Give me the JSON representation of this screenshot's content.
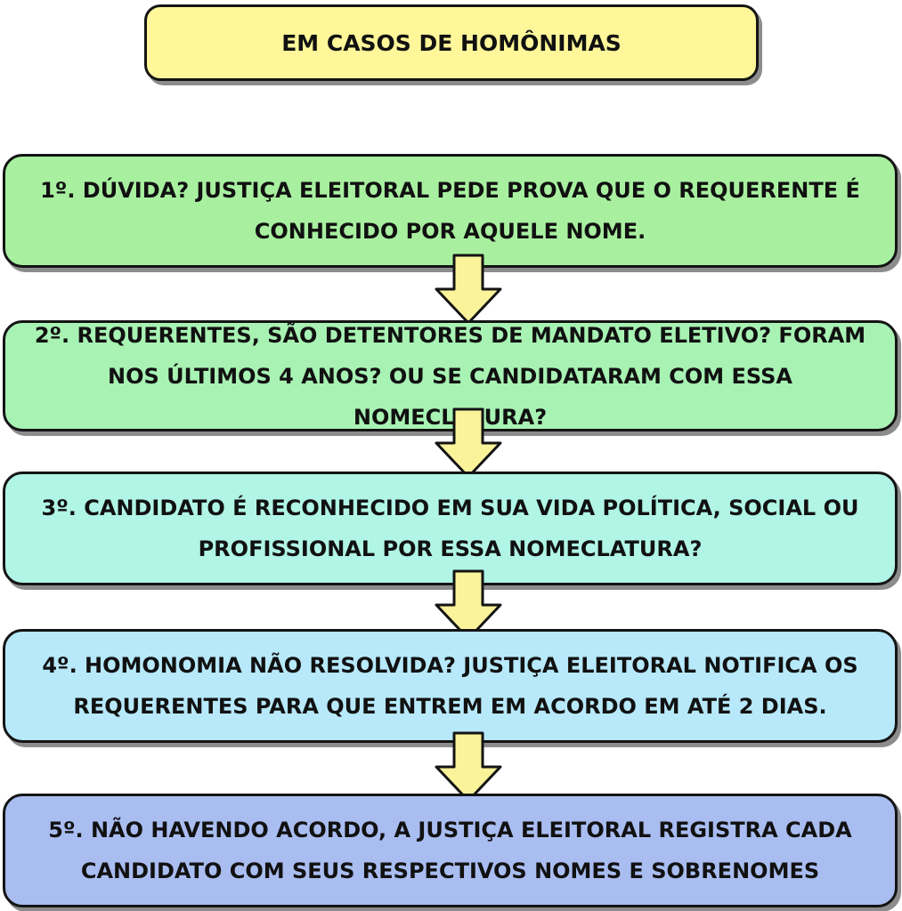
{
  "title": {
    "text": "EM CASOS DE HOMÔNIMAS",
    "fill": "#FFF799"
  },
  "steps": [
    {
      "text": "1º. DÚVIDA? JUSTIÇA ELEITORAL PEDE PROVA QUE O REQUERENTE É CONHECIDO POR AQUELE NOME.",
      "fill": "#A8F0A0"
    },
    {
      "text": "2º. REQUERENTES, SÃO DETENTORES DE MANDATO ELETIVO? FORAM NOS ÚLTIMOS 4 ANOS? OU SE CANDIDATARAM COM ESSA NOMECLATURA?",
      "fill": "#A8F2B4"
    },
    {
      "text": "3º. CANDIDATO É RECONHECIDO EM SUA VIDA POLÍTICA, SOCIAL OU PROFISSIONAL POR ESSA NOMECLATURA?",
      "fill": "#B0F5E6"
    },
    {
      "text": "4º. HOMONOMIA NÃO RESOLVIDA? JUSTIÇA ELEITORAL NOTIFICA OS REQUERENTES PARA QUE ENTREM EM ACORDO EM ATÉ 2 DIAS.",
      "fill": "#B7E9FB"
    },
    {
      "text": "5º. NÃO HAVENDO ACORDO, A JUSTIÇA ELEITORAL REGISTRA CADA CANDIDATO COM SEUS RESPECTIVOS NOMES E SOBRENOMES",
      "fill": "#A9BDF1"
    }
  ],
  "arrow_fill": "#FBF39A"
}
